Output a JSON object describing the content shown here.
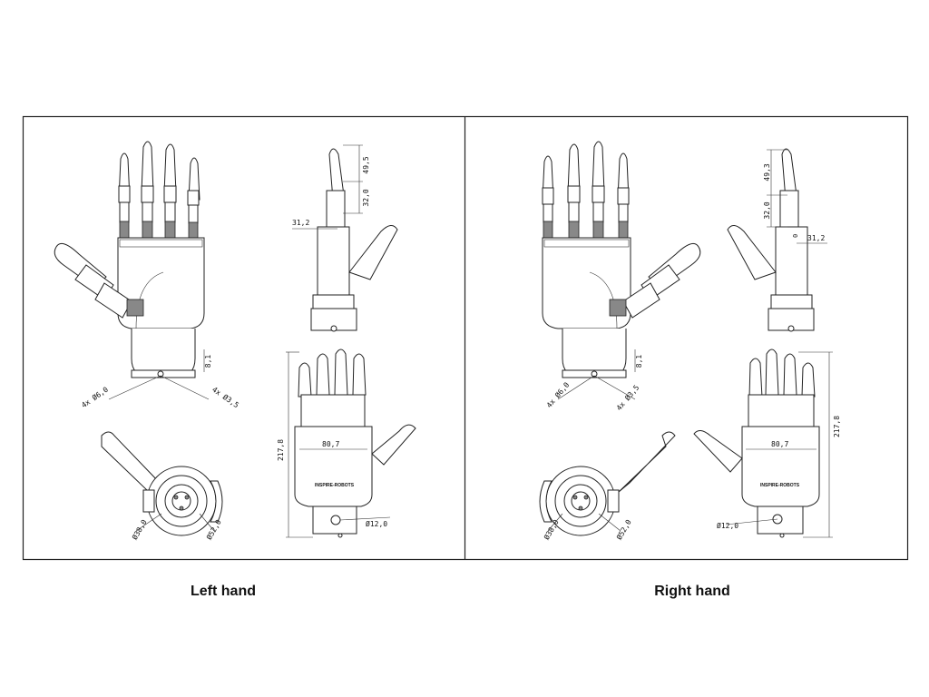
{
  "panels": [
    {
      "caption": "Left hand",
      "dims": {
        "mount_holes_large": "4x Ø6,0",
        "mount_holes_small": "4x Ø3,5",
        "base_height": "8,1",
        "thumb_offset": "31,2",
        "finger_tip_length": "49,5",
        "finger_mid_length": "32,0",
        "palm_width": "80,7",
        "total_length": "217,8",
        "wrist_hole": "Ø12,0",
        "wrist_inner_dia": "Ø38,0",
        "wrist_outer_dia": "Ø52,0",
        "zero_mark": ""
      },
      "brand_mark": "INSPIRE-ROBOTS"
    },
    {
      "caption": "Right hand",
      "dims": {
        "mount_holes_large": "4x Ø6,0",
        "mount_holes_small": "4x Ø3,5",
        "base_height": "8,1",
        "thumb_offset": "31,2",
        "finger_tip_length": "49,3",
        "finger_mid_length": "32,0",
        "palm_width": "80,7",
        "total_length": "217,8",
        "wrist_hole": "Ø12,0",
        "wrist_inner_dia": "Ø38,0",
        "wrist_outer_dia": "Ø52,0",
        "zero_mark": "0"
      },
      "brand_mark": "INSPIRE-ROBOTS"
    }
  ]
}
